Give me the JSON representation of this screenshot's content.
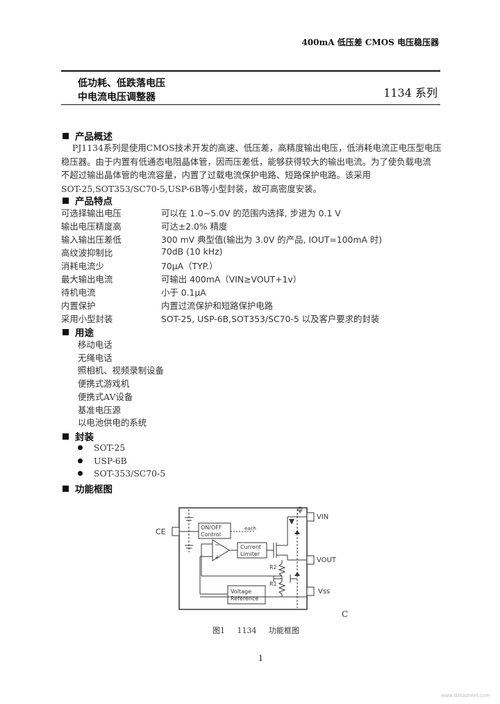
{
  "header": {
    "right_title": "400mA 低压差 CMOS 电压稳压器"
  },
  "title": {
    "line1": "低功耗、低跌落电压",
    "line2": "中电流电压调整器",
    "series": "1134 系列"
  },
  "overview": {
    "heading": "产品概述",
    "lines": [
      "PJ1134系列是使用CMOS技术开发的高速、低压差，高精度输出电压，低消耗电流正电压型电压",
      "稳压器。由于内置有低通态电阻晶体管，因而压差低，能够获得较大的输出电流。为了使负载电流",
      "不超过输出晶体管的电流容量，内置了过载电流保护电路、短路保护电路。该采用",
      "SOT-25,SOT353/SC70-5,USP-6B等小型封装，故可高密度安装。"
    ]
  },
  "features": {
    "heading": "产品特点",
    "rows": [
      {
        "k": "可选择输出电压",
        "v": "可以在 1.0~5.0V 的范围内选择, 步进为 0.1 V"
      },
      {
        "k": "输出电压精度高",
        "v": "可达±2.0% 精度"
      },
      {
        "k": "输入输出压差低",
        "v": "300 mV  典型值(输出为 3.0V 的产品, IOUT=100mA 时)"
      },
      {
        "k": "高纹波抑制比",
        "v": "70dB (10 kHz)"
      },
      {
        "k": "消耗电流少",
        "v": "70μA（TYP.）"
      },
      {
        "k": "最大输出电流",
        "v": "可输出 400mA（VIN≥VOUT+1v）"
      },
      {
        "k": "待机电流",
        "v": "小于 0.1μA"
      },
      {
        "k": "内置保护",
        "v": "内置过流保护和短路保护电路"
      },
      {
        "k": "采用小型封装",
        "v": "SOT-25, USP-6B,SOT353/SC70-5 以及客户要求的封装"
      }
    ]
  },
  "applications": {
    "heading": "用途",
    "items": [
      "移动电话",
      "无绳电话",
      "照相机、视频录制设备",
      "便携式游戏机",
      "便携式AV设备",
      "基准电压源",
      "以电池供电的系统"
    ]
  },
  "packages": {
    "heading": "封装",
    "items": [
      "SOT-25",
      "USP-6B",
      "SOT-353/SC70-5"
    ]
  },
  "diagram": {
    "heading": "功能框图",
    "labels": {
      "ce": "CE",
      "vin": "VIN",
      "vout": "VOUT",
      "vss": "Vss",
      "onoff1": "ON/OFF",
      "onoff2": "Control",
      "each": "each",
      "cl1": "Current",
      "cl2": "Limiter",
      "vr1": "Voltage",
      "vr2": "Reference",
      "r1": "R1",
      "r2": "R2",
      "minus": "−",
      "plus": "+"
    },
    "side_c": "C",
    "caption": "图1 1134 功能框图"
  },
  "footer": {
    "page": "1",
    "watermark": "www.datasheet.com"
  }
}
